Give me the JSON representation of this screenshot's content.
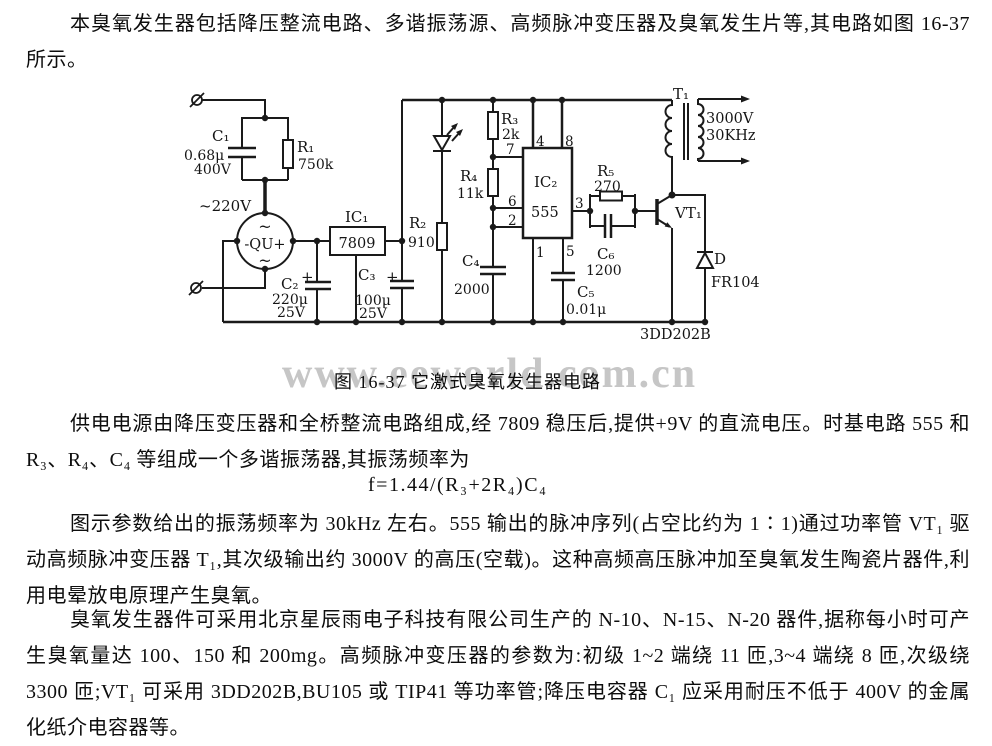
{
  "doc": {
    "paragraph1": "本臭氧发生器包括降压整流电路、多谐振荡源、高频脉冲变压器及臭氧发生片等,其电路如图 16-37 所示。",
    "figure_caption": "图 16-37  它激式臭氧发生器电路",
    "watermark": "www.eeworld.com.cn",
    "paragraph2": "供电电源由降压变压器和全桥整流电路组成,经 7809 稳压后,提供+9V 的直流电压。时基电路 555 和 R₃、R₄、C₄ 等组成一个多谐振荡器,其振荡频率为",
    "formula": "f=1.44/(R₃+2R₄)C₄",
    "paragraph3": "图示参数给出的振荡频率为 30kHz 左右。555 输出的脉冲序列(占空比约为 1∶1)通过功率管 VT₁ 驱动高频脉冲变压器 T₁,其次级输出约 3000V 的高压(空载)。这种高频高压脉冲加至臭氧发生陶瓷片器件,利用电晕放电原理产生臭氧。",
    "paragraph4": "臭氧发生器件可采用北京星辰雨电子科技有限公司生产的 N-10、N-15、N-20 器件,据称每小时可产生臭氧量达 100、150 和 200mg。高频脉冲变压器的参数为:初级 1~2 端绕 11 匝,3~4 端绕 8 匝,次级绕 3300 匝;VT₁ 可采用 3DD202B,BU105 或 TIP41 等功率管;降压电容器 C₁ 应采用耐压不低于 400V 的金属化纸介电容器等。"
  },
  "circuit": {
    "c1": "C₁",
    "c1_val": "0.68μ",
    "c1_v": "400V",
    "r1": "R₁",
    "r1_val": "750k",
    "vin": "~220V",
    "qu_ac_top": "~",
    "qu": "-QU+",
    "qu_ac_bot": "~",
    "ic1": "IC₁",
    "ic1_part": "7809",
    "c2": "C₂",
    "c2_plus": "+",
    "c2_val": "220μ",
    "c2_v": "25V",
    "c3": "C₃",
    "c3_plus": "+",
    "c3_val": "100μ",
    "c3_v": "25V",
    "r2": "R₂",
    "r2_val": "910",
    "r3": "R₃",
    "r3_val": "2k",
    "r4": "R₄",
    "r4_val": "11k",
    "c4": "C₄",
    "c4_val": "2000",
    "ic2": "IC₂",
    "ic2_part": "555",
    "pin1": "1",
    "pin2": "2",
    "pin3": "3",
    "pin4": "4",
    "pin5": "5",
    "pin6": "6",
    "pin7": "7",
    "pin8": "8",
    "r5": "R₅",
    "r5_val": "270",
    "c6": "C₆",
    "c6_val": "1200",
    "c5": "C₅",
    "c5_val": "0.01μ",
    "vt1": "VT₁",
    "vt1_part": "3DD202B",
    "t1": "T₁",
    "out_v": "3000V",
    "out_f": "30KHz",
    "d": "D",
    "d_part": "FR104"
  }
}
